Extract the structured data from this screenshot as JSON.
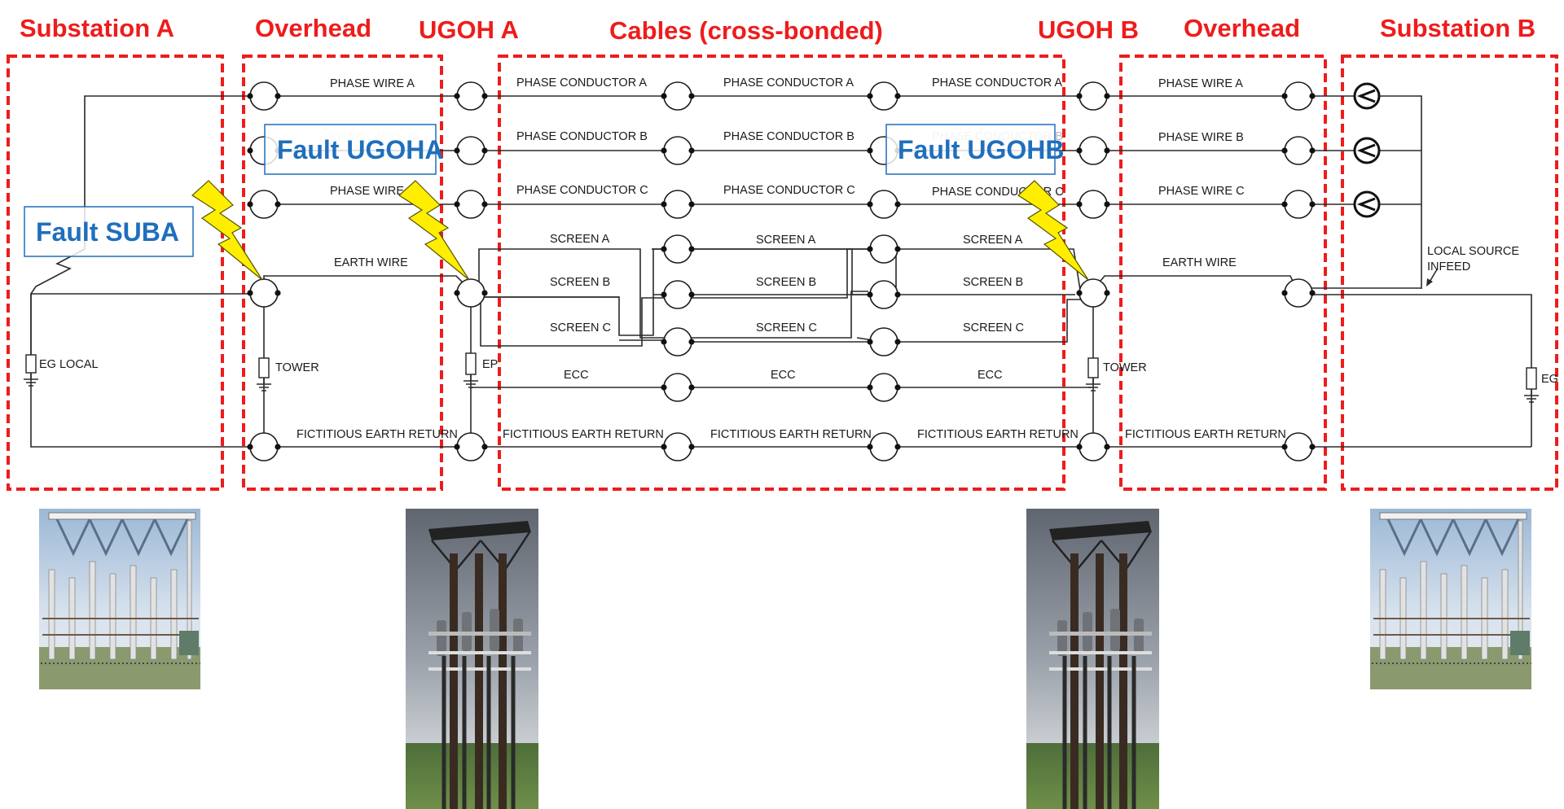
{
  "sections": {
    "substation_a": "Substation A",
    "overhead_a": "Overhead",
    "ugoh_a": "UGOH A",
    "cables": "Cables (cross-bonded)",
    "ugoh_b": "UGOH B",
    "overhead_b": "Overhead",
    "substation_b": "Substation B"
  },
  "overhead_labels": {
    "phase_a": "PHASE WIRE A",
    "phase_b": "PHASE WIRE B",
    "phase_c": "PHASE WIRE C",
    "earth_wire": "EARTH WIRE",
    "fictitious_earth_return": "FICTITIOUS EARTH RETURN"
  },
  "cable_labels": {
    "cond_a": "PHASE CONDUCTOR A",
    "cond_b": "PHASE CONDUCTOR B",
    "cond_c": "PHASE CONDUCTOR C",
    "screen_a": "SCREEN A",
    "screen_b": "SCREEN B",
    "screen_c": "SCREEN C",
    "ecc": "ECC",
    "fictitious_earth_return": "FICTITIOUS EARTH RETURN"
  },
  "components": {
    "eg_local": "EG LOCAL",
    "tower": "TOWER",
    "ep": "EP",
    "eg": "EG",
    "local_source_infeed_line1": "LOCAL SOURCE",
    "local_source_infeed_line2": "INFEED"
  },
  "faults": {
    "suba": "Fault SUBA",
    "ugoha": "Fault UGOHA",
    "ugohb": "Fault UGOHB"
  },
  "colors": {
    "section_border": "#ee1c1c",
    "section_title": "#ee1c1c",
    "fault_text": "#1f6fbd",
    "fault_box_border": "#1f6fbd",
    "lightning_fill": "#ffee00",
    "lightning_stroke": "#555500",
    "wire": "#2a2a2a"
  },
  "photos": [
    {
      "name": "substation-a-photo",
      "subject": "substation switchyard"
    },
    {
      "name": "ugoh-a-photo",
      "subject": "cable sealing end terminal structure"
    },
    {
      "name": "ugoh-b-photo",
      "subject": "cable sealing end terminal structure"
    },
    {
      "name": "substation-b-photo",
      "subject": "substation switchyard"
    }
  ]
}
